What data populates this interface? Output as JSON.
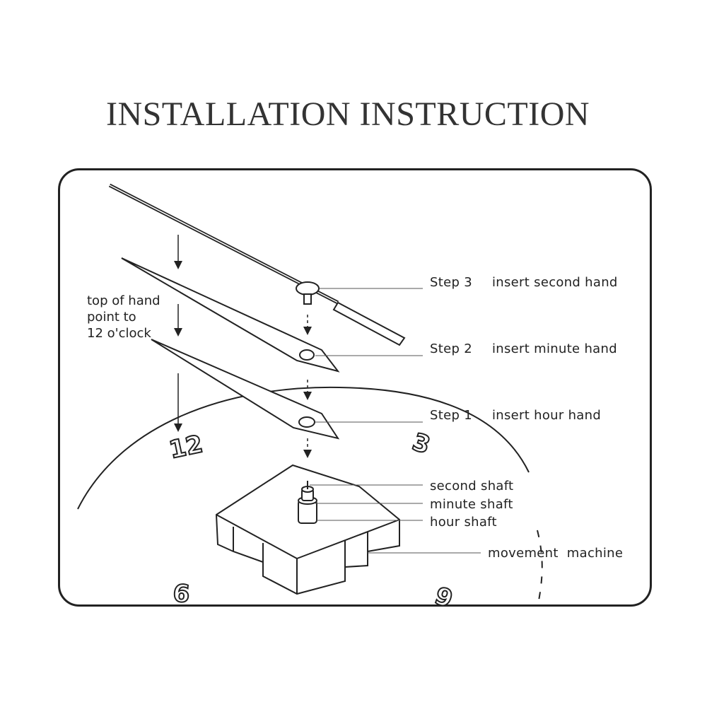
{
  "title": "INSTALLATION INSTRUCTION",
  "note": {
    "line1": "top of hand",
    "line2": "point to",
    "line3": "12 o'clock"
  },
  "steps": [
    {
      "step": "Step 3",
      "action": "insert second hand"
    },
    {
      "step": "Step 2",
      "action": "insert minute hand"
    },
    {
      "step": "Step 1",
      "action": "insert hour hand"
    }
  ],
  "shafts": {
    "second": "second shaft",
    "minute": "minute shaft",
    "hour": "hour shaft"
  },
  "movement": "movement  machine",
  "dial_numerals": {
    "twelve": "12",
    "three": "3",
    "six": "6",
    "nine": "9"
  },
  "colors": {
    "line": "#222222",
    "background": "#ffffff",
    "title": "#333333"
  }
}
